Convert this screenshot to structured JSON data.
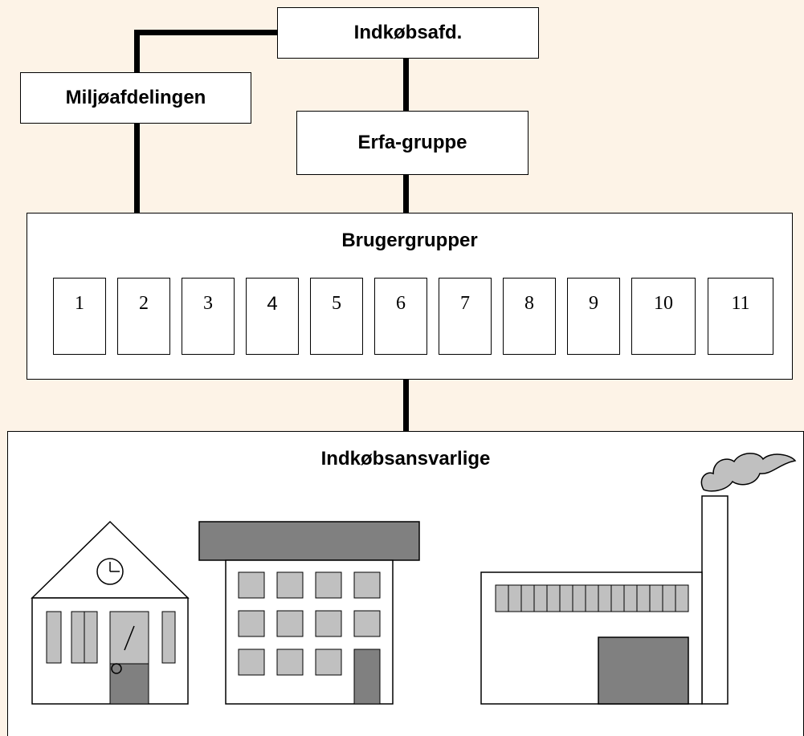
{
  "top_box": {
    "label": "Indkøbsafd."
  },
  "left_box": {
    "label": "Miljøafdelingen"
  },
  "middle_box": {
    "label": "Erfa-gruppe"
  },
  "user_groups": {
    "title": "Brugergrupper",
    "items": [
      "1",
      "2",
      "3",
      "4",
      "5",
      "6",
      "7",
      "8",
      "9",
      "10",
      "11"
    ]
  },
  "purchasers": {
    "title": "Indkøbsansvarlige"
  },
  "colors": {
    "background": "#FDF3E7",
    "dark_gray": "#808080",
    "light_gray": "#C0C0C0",
    "line": "#000000",
    "box": "#FFFFFF"
  },
  "icons": [
    "school-building-icon",
    "office-building-icon",
    "factory-icon",
    "clock-icon",
    "smoke-icon"
  ]
}
